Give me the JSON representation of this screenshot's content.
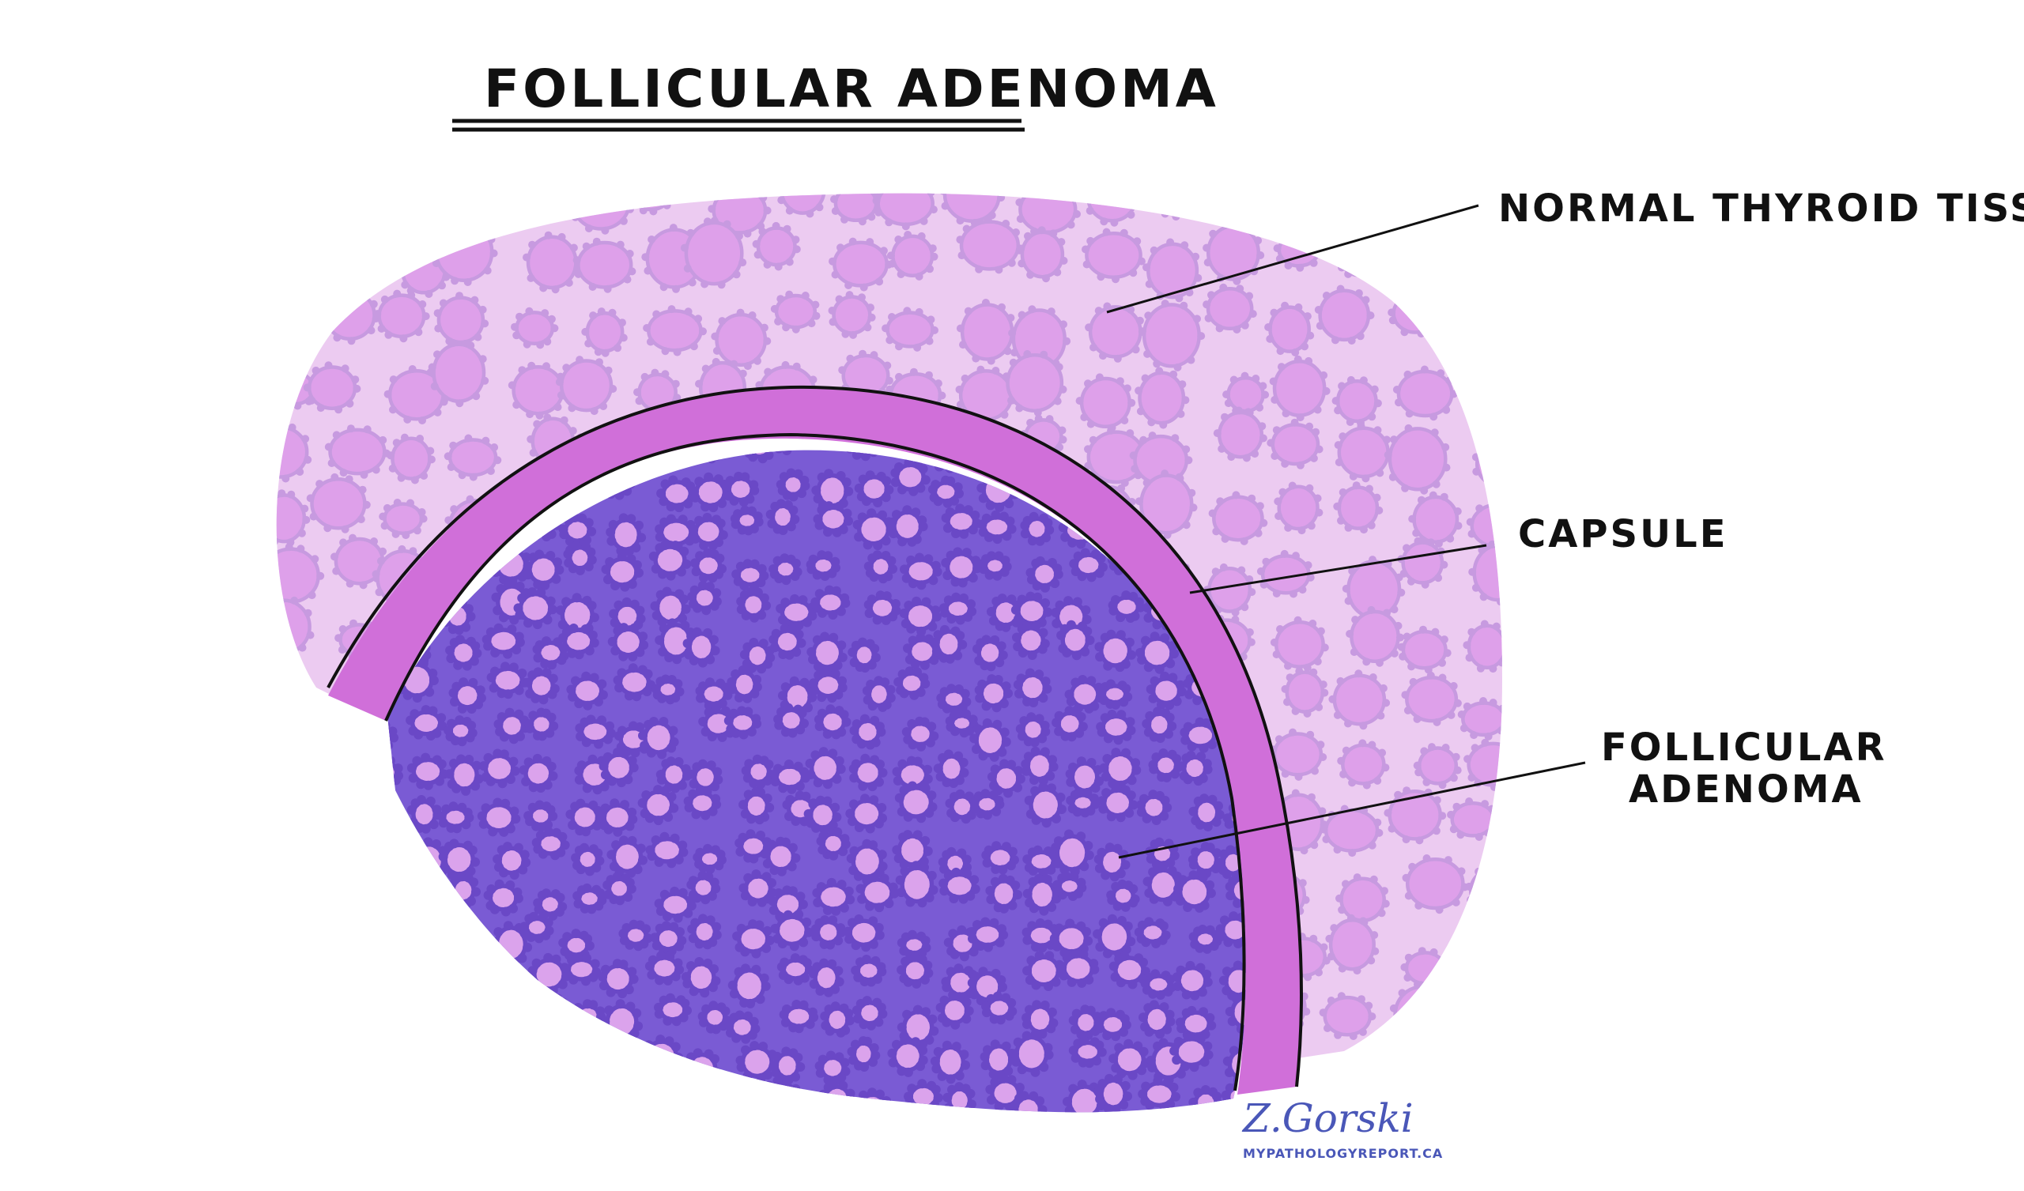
{
  "title": "FOLLICULAR ADENOMA",
  "labels": {
    "normal_tissue": "NORMAL THYROID TISSUE",
    "capsule": "CAPSULE",
    "adenoma_line1": "FOLLICULAR",
    "adenoma_line2": "ADENOMA"
  },
  "signature": {
    "name": "Z.Gorski",
    "site": "MYPATHOLOGYREPORT.CA"
  },
  "colors": {
    "normal_background": "#ebc8f0",
    "normal_colloid": "#dea0ea",
    "normal_cells": "#c79ae0",
    "capsule": "#d06fd9",
    "adenoma_background": "#7a5bd4",
    "adenoma_colloid": "#dba3ec",
    "adenoma_cells": "#6a48c6",
    "outline": "#111111",
    "signature": "#4a57b8"
  }
}
